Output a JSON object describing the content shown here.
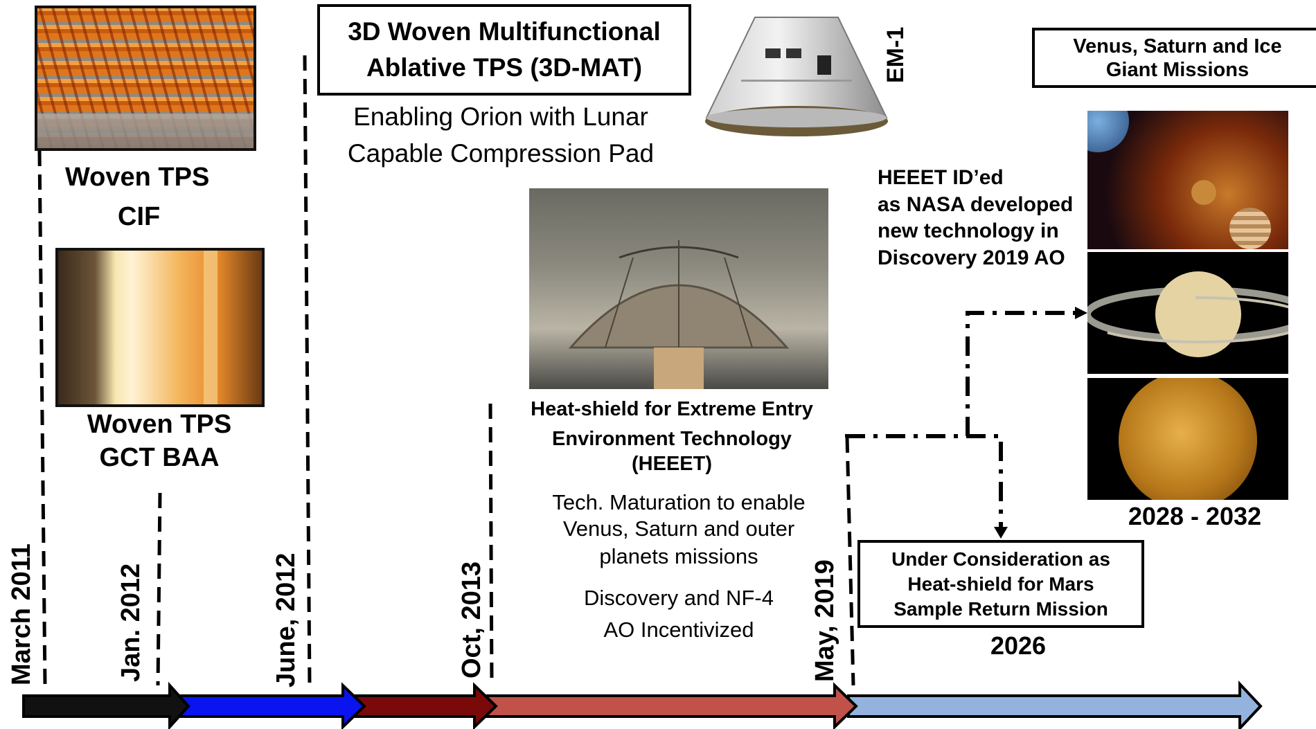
{
  "milestones": {
    "woven_cif": {
      "title": "Woven TPS",
      "subtitle": "CIF"
    },
    "woven_gct": {
      "title": "Woven TPS",
      "subtitle": "GCT BAA"
    },
    "mat3d": {
      "box_line1": "3D Woven Multifunctional",
      "box_line2": "Ablative TPS (3D-MAT)",
      "desc_line1": "Enabling Orion with Lunar",
      "desc_line2": "Capable Compression Pad"
    },
    "em1": {
      "label": "EM-1"
    },
    "heeet": {
      "title_line1": "Heat-shield for Extreme Entry",
      "title_line2": "Environment Technology",
      "title_line3": "(HEEET)",
      "desc_line1": "Tech. Maturation to enable",
      "desc_line2": "Venus, Saturn and outer",
      "desc_line3": "planets missions",
      "desc_line4": "Discovery  and NF-4",
      "desc_line5": "AO Incentivized"
    },
    "discovery": {
      "line1": "HEEET ID’ed",
      "line2": "as NASA developed",
      "line3": "new technology in",
      "line4": "Discovery 2019 AO"
    },
    "venus_box": {
      "line1": "Venus, Saturn and Ice",
      "line2": "Giant Missions",
      "years": "2028 - 2032"
    },
    "msr_box": {
      "line1": "Under Consideration as",
      "line2": "Heat-shield for Mars",
      "line3": "Sample Return Mission",
      "year": "2026"
    }
  },
  "dates": {
    "d1": "March 2011",
    "d2": "Jan. 2012",
    "d3": "June, 2012",
    "d4": "Oct, 2013",
    "d5": "May, 2019"
  },
  "colors": {
    "arrow1": "#111111",
    "arrow2": "#0a14f0",
    "arrow3": "#7a0a0a",
    "arrow4": "#c0524a",
    "arrow5": "#93b3de"
  }
}
